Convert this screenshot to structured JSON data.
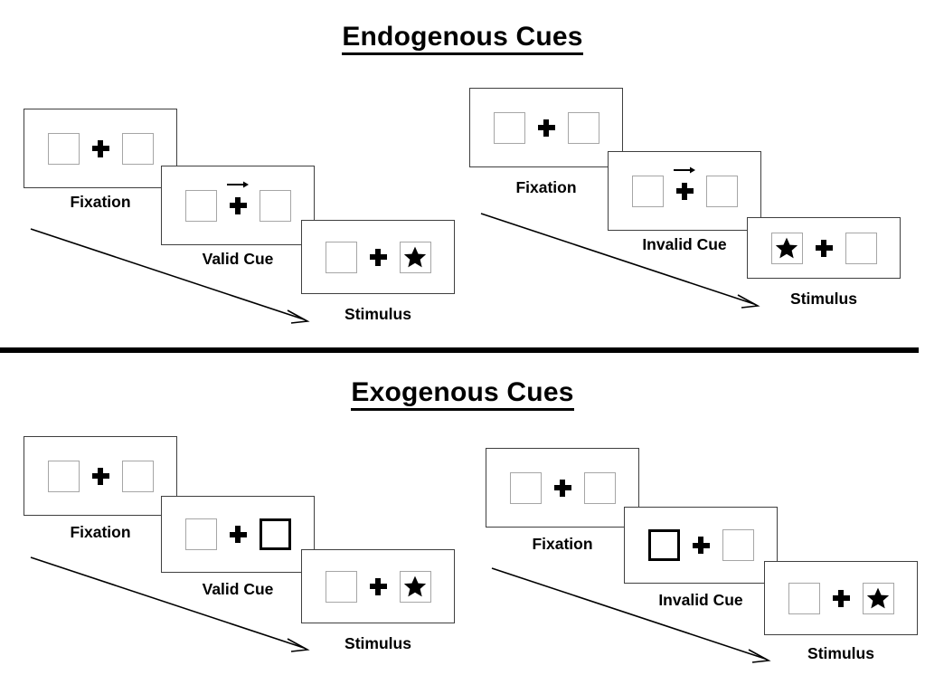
{
  "page": {
    "background": "#ffffff",
    "box_border_color": "#a6a6a6",
    "cued_box_border_color": "#000000",
    "panel_border_color": "#3f3f3f",
    "divider_color": "#000000",
    "accent": "#000000"
  },
  "sections": [
    {
      "id": "endogenous",
      "title": "Endogenous Cues",
      "columns": [
        {
          "id": "endogenous-valid",
          "panels": [
            {
              "label": "Fixation",
              "left_box": {
                "cued": false,
                "star": false
              },
              "right_box": {
                "cued": false,
                "star": false
              },
              "arrow_cue": "none"
            },
            {
              "label": "Valid Cue",
              "left_box": {
                "cued": false,
                "star": false
              },
              "right_box": {
                "cued": false,
                "star": false
              },
              "arrow_cue": "right"
            },
            {
              "label": "Stimulus",
              "left_box": {
                "cued": false,
                "star": false
              },
              "right_box": {
                "cued": false,
                "star": true
              },
              "arrow_cue": "none"
            }
          ]
        },
        {
          "id": "endogenous-invalid",
          "panels": [
            {
              "label": "Fixation",
              "left_box": {
                "cued": false,
                "star": false
              },
              "right_box": {
                "cued": false,
                "star": false
              },
              "arrow_cue": "none"
            },
            {
              "label": "Invalid Cue",
              "left_box": {
                "cued": false,
                "star": false
              },
              "right_box": {
                "cued": false,
                "star": false
              },
              "arrow_cue": "right"
            },
            {
              "label": "Stimulus",
              "left_box": {
                "cued": false,
                "star": true
              },
              "right_box": {
                "cued": false,
                "star": false
              },
              "arrow_cue": "none"
            }
          ]
        }
      ]
    },
    {
      "id": "exogenous",
      "title": "Exogenous Cues",
      "columns": [
        {
          "id": "exogenous-valid",
          "panels": [
            {
              "label": "Fixation",
              "left_box": {
                "cued": false,
                "star": false
              },
              "right_box": {
                "cued": false,
                "star": false
              },
              "arrow_cue": "none"
            },
            {
              "label": "Valid Cue",
              "left_box": {
                "cued": false,
                "star": false
              },
              "right_box": {
                "cued": true,
                "star": false
              },
              "arrow_cue": "none"
            },
            {
              "label": "Stimulus",
              "left_box": {
                "cued": false,
                "star": false
              },
              "right_box": {
                "cued": false,
                "star": true
              },
              "arrow_cue": "none"
            }
          ]
        },
        {
          "id": "exogenous-invalid",
          "panels": [
            {
              "label": "Fixation",
              "left_box": {
                "cued": false,
                "star": false
              },
              "right_box": {
                "cued": false,
                "star": false
              },
              "arrow_cue": "none"
            },
            {
              "label": "Invalid Cue",
              "left_box": {
                "cued": true,
                "star": false
              },
              "right_box": {
                "cued": false,
                "star": false
              },
              "arrow_cue": "none"
            },
            {
              "label": "Stimulus",
              "left_box": {
                "cued": false,
                "star": false
              },
              "right_box": {
                "cued": false,
                "star": true
              },
              "arrow_cue": "none"
            }
          ]
        }
      ]
    }
  ],
  "icons": {
    "star": "star-icon",
    "fixation_cross": "plus-icon",
    "cue_arrow": "arrow-right-icon",
    "time_arrow": "time-progression-arrow-icon"
  }
}
